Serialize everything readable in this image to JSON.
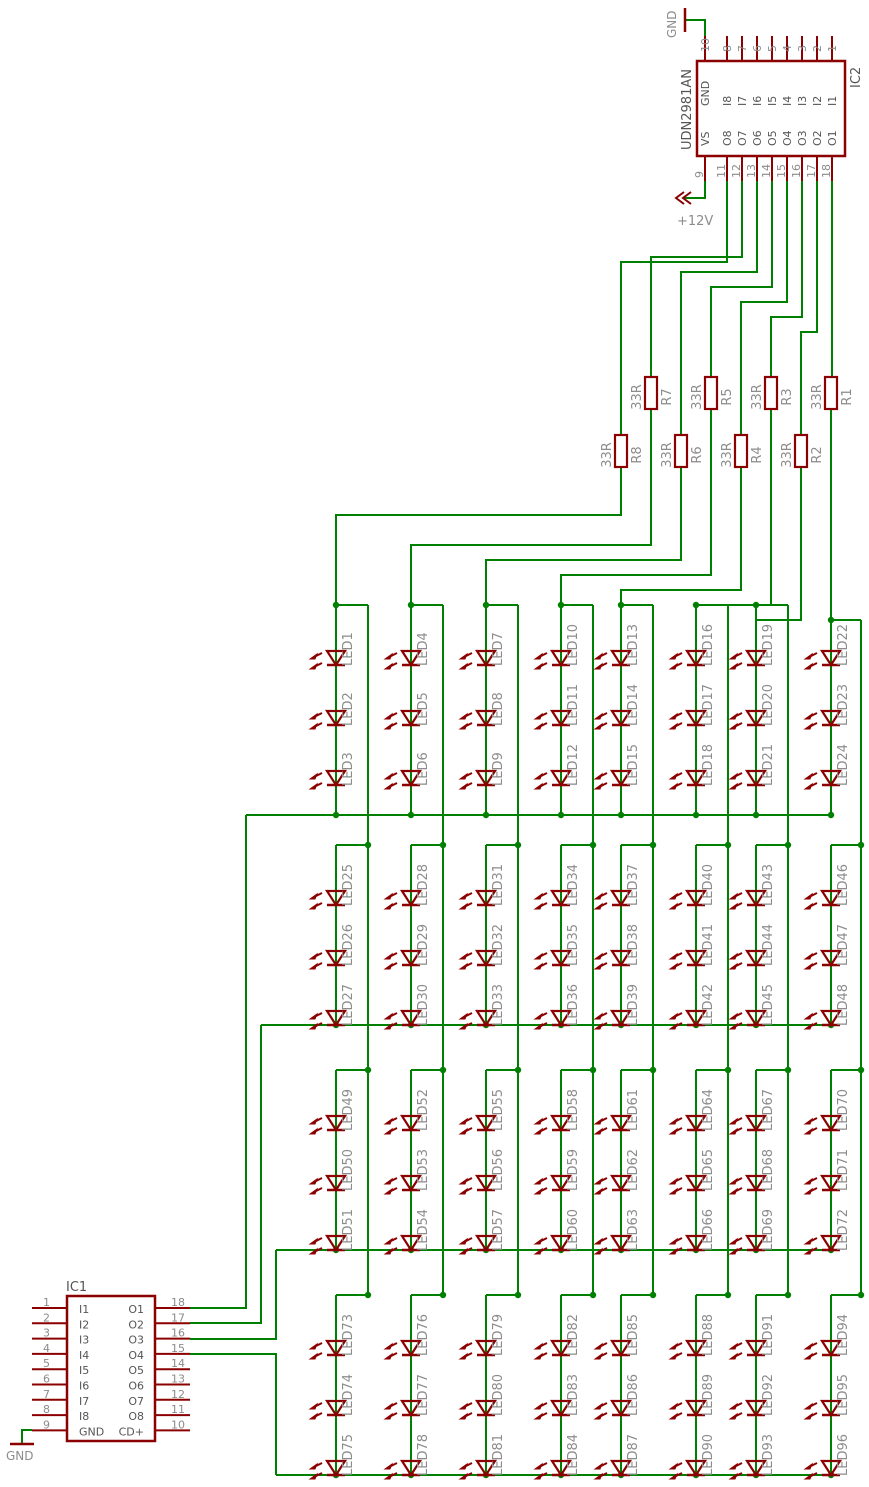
{
  "colors": {
    "wire": "#008000",
    "part": "#8b0000",
    "text": "#8c8c8c",
    "ic_text": "#555555",
    "background": "#ffffff"
  },
  "ic2": {
    "name": "IC2",
    "part": "UDN2981AN",
    "top_pins": [
      "10",
      "8",
      "7",
      "6",
      "5",
      "4",
      "3",
      "2",
      "1"
    ],
    "top_labels": [
      "GND",
      "I8",
      "I7",
      "I6",
      "I5",
      "I4",
      "I3",
      "I2",
      "I1"
    ],
    "bottom_pins": [
      "9",
      "11",
      "12",
      "13",
      "14",
      "15",
      "16",
      "17",
      "18"
    ],
    "bottom_labels": [
      "VS",
      "O8",
      "O7",
      "O6",
      "O5",
      "O4",
      "O3",
      "O2",
      "O1"
    ],
    "gnd_label": "GND",
    "supply_label": "+12V"
  },
  "ic1": {
    "name": "IC1",
    "left_pins": [
      "1",
      "2",
      "3",
      "4",
      "5",
      "6",
      "7",
      "8",
      "9"
    ],
    "left_labels": [
      "I1",
      "I2",
      "I3",
      "I4",
      "I5",
      "I6",
      "I7",
      "I8",
      "GND"
    ],
    "right_pins": [
      "18",
      "17",
      "16",
      "15",
      "14",
      "13",
      "12",
      "11",
      "10"
    ],
    "right_labels": [
      "O1",
      "O2",
      "O3",
      "O4",
      "O5",
      "O6",
      "O7",
      "O8",
      "CD+"
    ],
    "gnd_label": "GND"
  },
  "resistors": [
    {
      "name": "R1",
      "value": "33R"
    },
    {
      "name": "R2",
      "value": "33R"
    },
    {
      "name": "R3",
      "value": "33R"
    },
    {
      "name": "R4",
      "value": "33R"
    },
    {
      "name": "R5",
      "value": "33R"
    },
    {
      "name": "R6",
      "value": "33R"
    },
    {
      "name": "R7",
      "value": "33R"
    },
    {
      "name": "R8",
      "value": "33R"
    }
  ],
  "led_prefix": "LED",
  "led_columns": 8,
  "led_rows": 4,
  "leds_per_string": 3,
  "led_count": 96
}
